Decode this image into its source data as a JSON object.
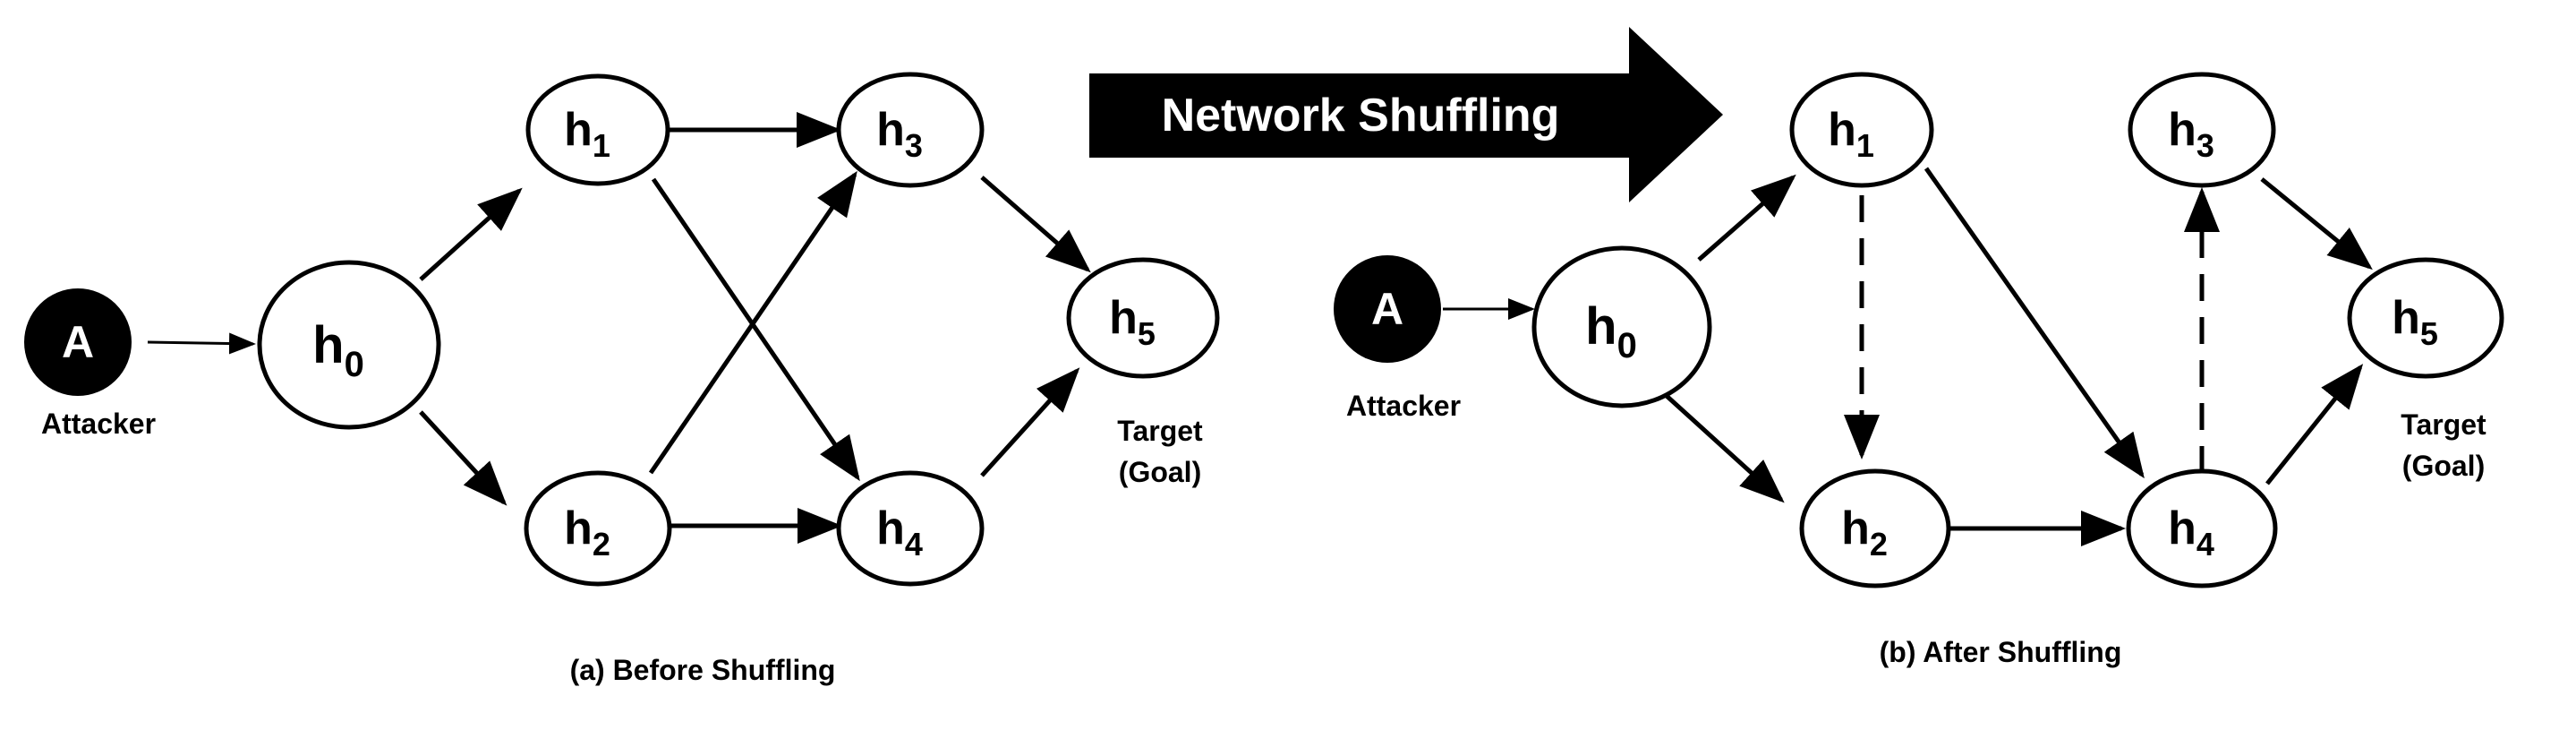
{
  "banner": {
    "label": "Network Shuffling"
  },
  "before": {
    "caption": "(a) Before Shuffling",
    "attacker": {
      "symbol": "A",
      "label": "Attacker"
    },
    "nodes": {
      "h0": {
        "base": "h",
        "sub": "0"
      },
      "h1": {
        "base": "h",
        "sub": "1"
      },
      "h2": {
        "base": "h",
        "sub": "2"
      },
      "h3": {
        "base": "h",
        "sub": "3"
      },
      "h4": {
        "base": "h",
        "sub": "4"
      },
      "h5": {
        "base": "h",
        "sub": "5"
      }
    },
    "target": {
      "line1": "Target",
      "line2": "(Goal)"
    }
  },
  "after": {
    "caption": "(b) After Shuffling",
    "attacker": {
      "symbol": "A",
      "label": "Attacker"
    },
    "nodes": {
      "h0": {
        "base": "h",
        "sub": "0"
      },
      "h1": {
        "base": "h",
        "sub": "1"
      },
      "h2": {
        "base": "h",
        "sub": "2"
      },
      "h3": {
        "base": "h",
        "sub": "3"
      },
      "h4": {
        "base": "h",
        "sub": "4"
      },
      "h5": {
        "base": "h",
        "sub": "5"
      }
    },
    "target": {
      "line1": "Target",
      "line2": "(Goal)"
    }
  },
  "colors": {
    "stroke": "#000000",
    "fill": "#ffffff",
    "attacker_fill": "#000000",
    "attacker_text": "#ffffff"
  }
}
